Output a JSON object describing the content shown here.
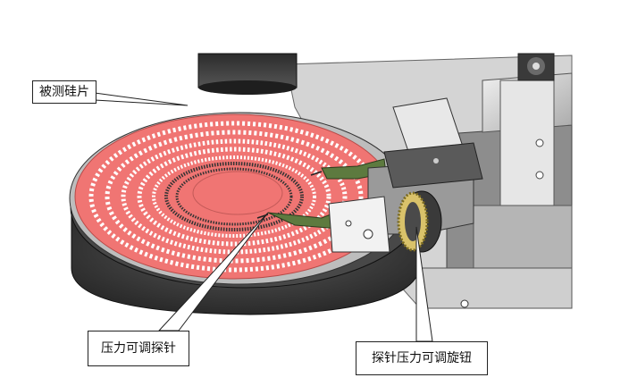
{
  "labels": {
    "wafer": "被测硅片",
    "pressure_probe": "压力可调探针",
    "knob": "探针压力可调旋钮"
  },
  "colors": {
    "wafer": "#f07573",
    "wafer_rim": "#cfcfcf",
    "chuck_dark": "#3f3f3f",
    "stage_grey": "#c9c9c9",
    "knurl_gold": "#d9c26a"
  },
  "icons": [
    "wafer-slot-pattern",
    "probe-arm",
    "knurled-knob",
    "microscope-objective"
  ]
}
